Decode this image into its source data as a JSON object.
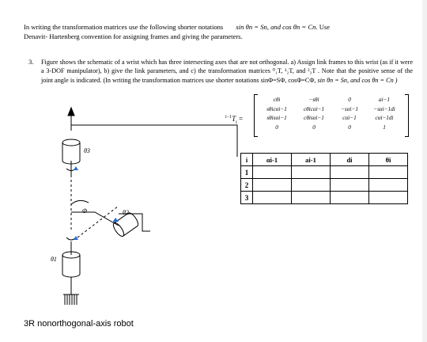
{
  "intro": {
    "line1_text": "In writing the transformation matrices use the following shorter notations",
    "line1_math": "sin θn = Sn, and cos θn = Cn",
    "line1_end": ". Use",
    "line2": "Denavit- Hartenberg convention for assigning frames and giving the parameters."
  },
  "question": {
    "number": "3.",
    "text": "Figure shows the schematic of a wrist which has three intersecting axes that are not orthogonal. a) Assign link frames to this wrist (as if it were a 3-DOF manipulator), b) give the link parameters, and c) the transformation matrices ⁰₁T, ¹₂T, and ²₃T . Note that the positive sense of the joint angle is indicated. (In writing the transformation matrices use shorter notations sinΦ=SΦ, cosΦ=CΦ,",
    "text_math": "sin θn = Sn, and cos θn = Cn )"
  },
  "matrix": {
    "label_pre": "i−1",
    "label_T": "T",
    "label_sub": "i",
    "label_eq": "=",
    "cells": [
      [
        "cθi",
        "−sθi",
        "0",
        "ai−1"
      ],
      [
        "sθicαi−1",
        "cθicαi−1",
        "−sαi−1",
        "−sαi−1di"
      ],
      [
        "sθisαi−1",
        "cθisαi−1",
        "cαi−1",
        "cαi−1di"
      ],
      [
        "0",
        "0",
        "0",
        "1"
      ]
    ]
  },
  "table": {
    "headers": [
      "i",
      "αi-1",
      "ai-1",
      "di",
      "θi"
    ],
    "rows": [
      [
        "1",
        "",
        "",
        "",
        ""
      ],
      [
        "2",
        "",
        "",
        "",
        ""
      ],
      [
        "3",
        "",
        "",
        "",
        ""
      ]
    ]
  },
  "figure": {
    "label_theta1": "θ1",
    "label_theta2": "θ2",
    "label_theta3": "θ3",
    "label_phi": "Φ",
    "caption": "3R nonorthogonal-axis robot"
  }
}
